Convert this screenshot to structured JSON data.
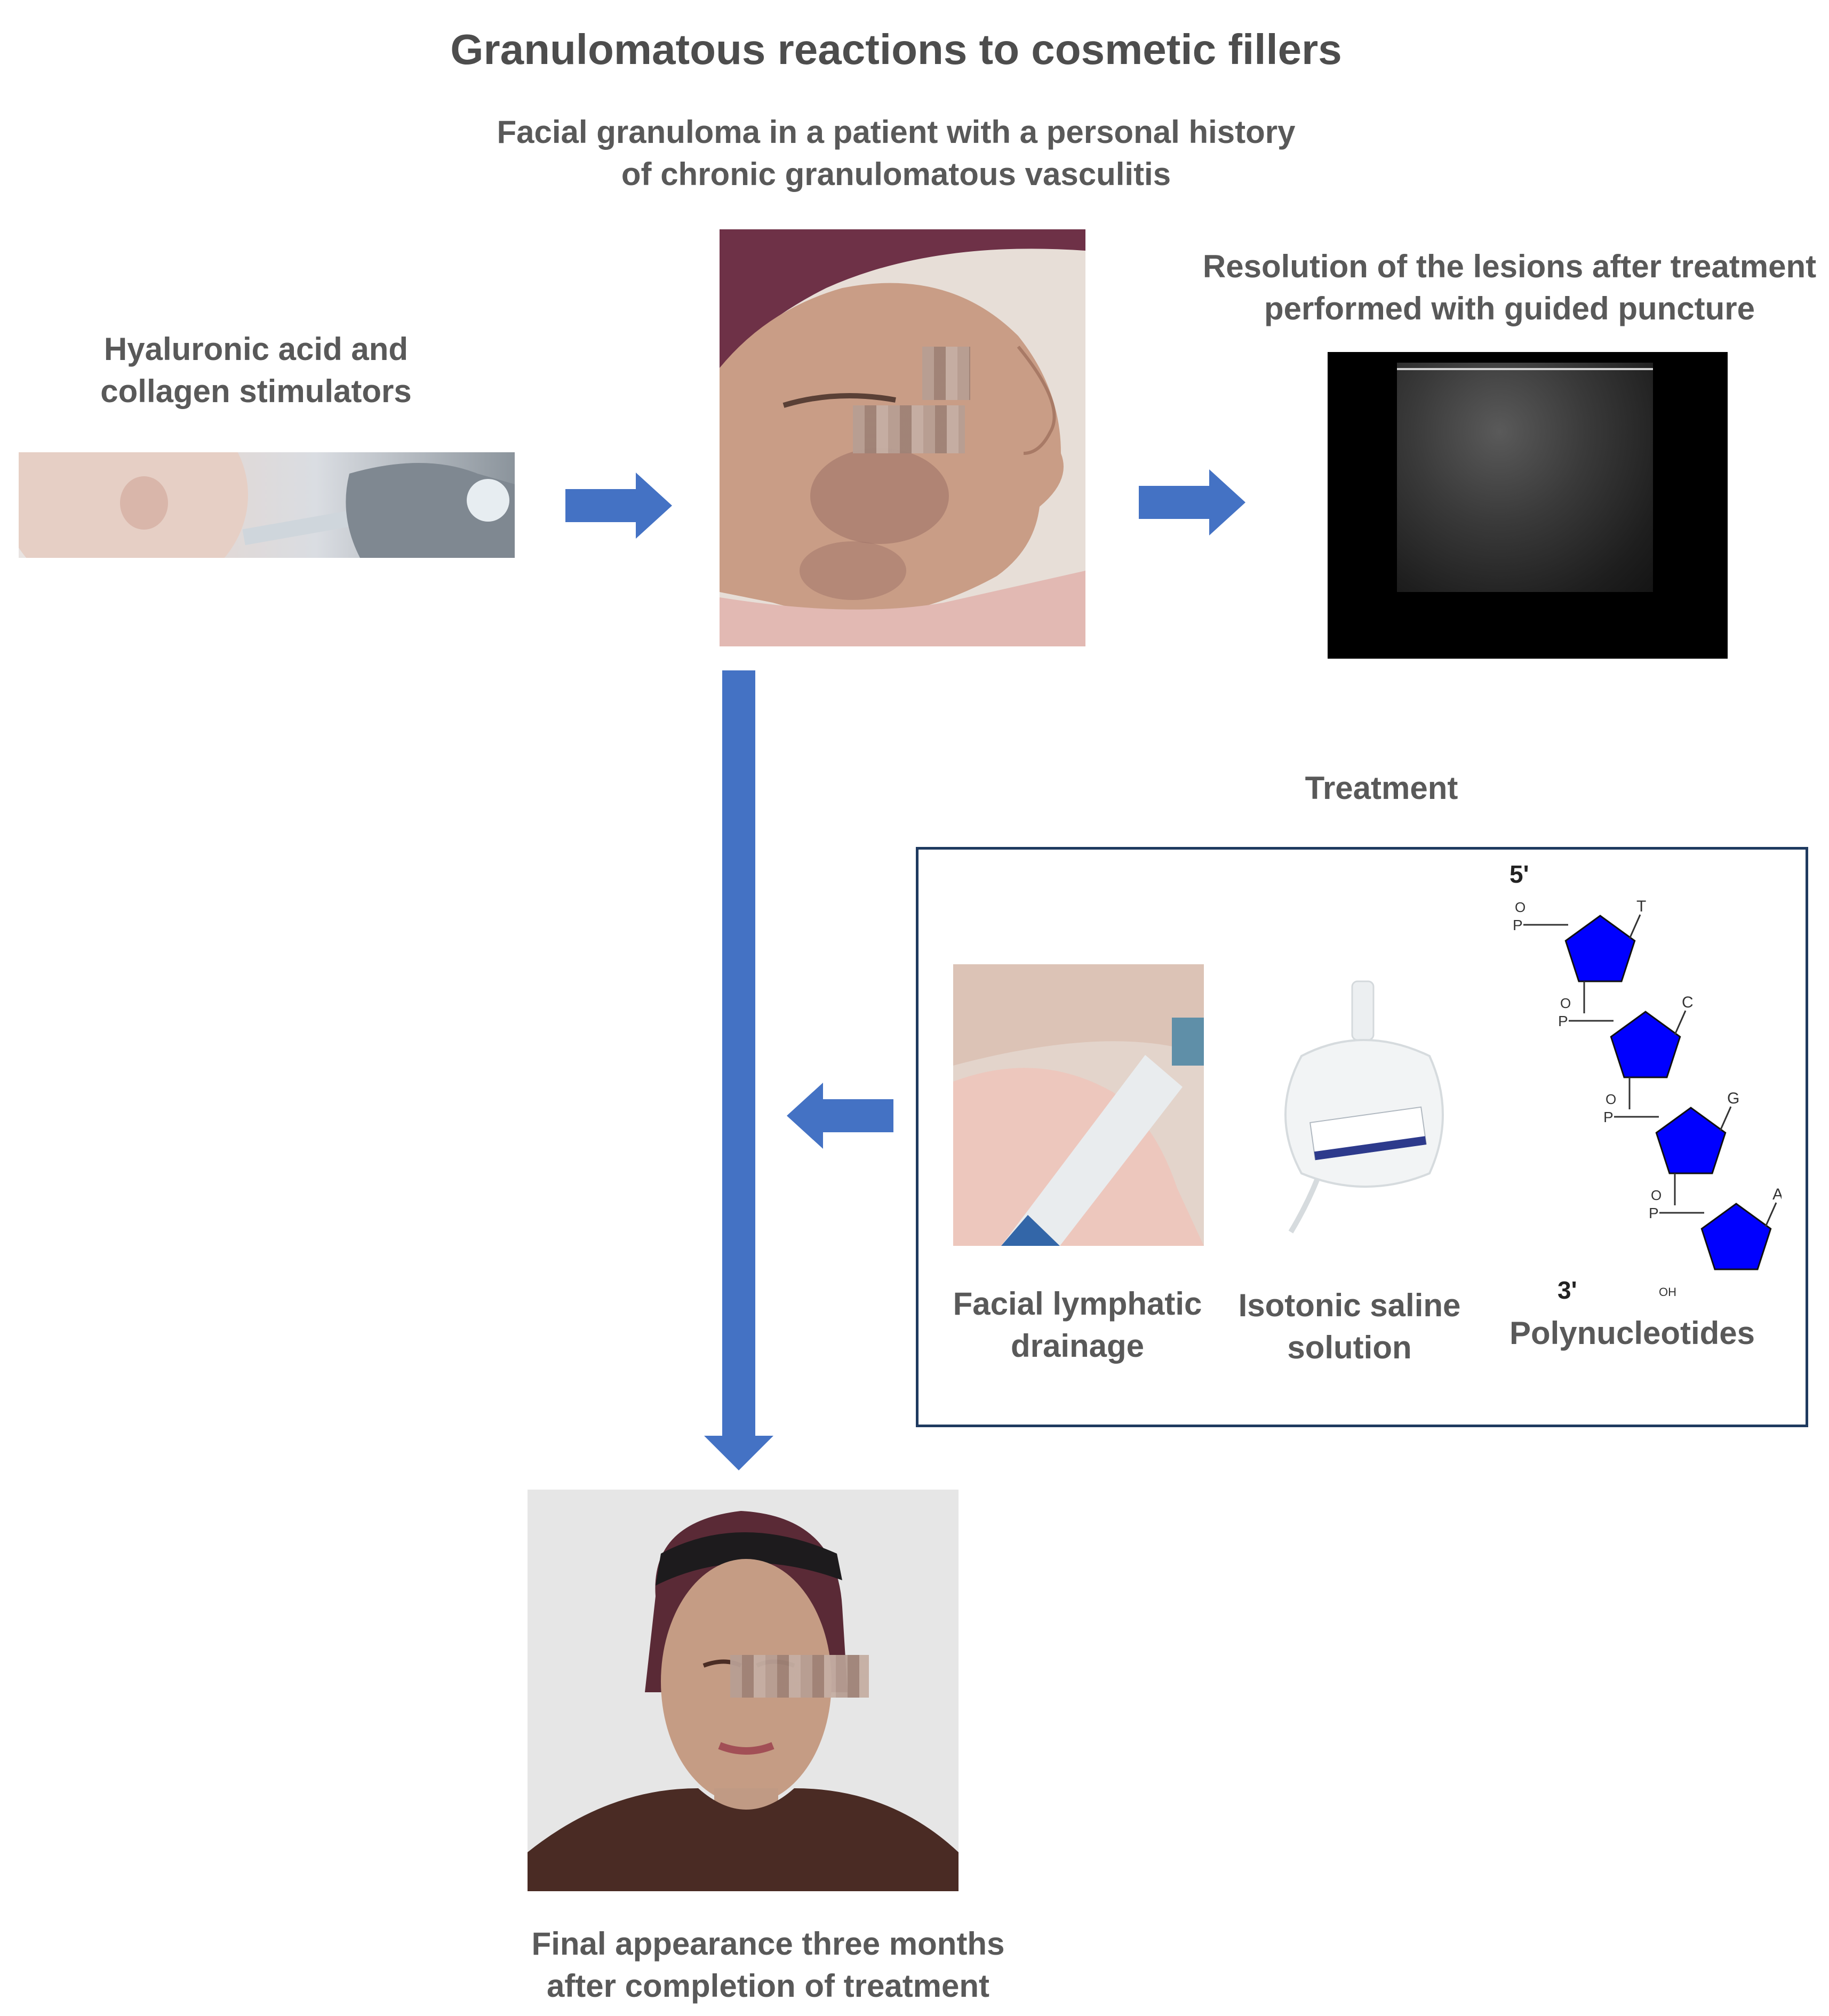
{
  "title": "Granulomatous reactions to cosmetic fillers",
  "labels": {
    "granuloma_line1": "Facial granuloma in a patient with a personal history",
    "granuloma_line2": "of chronic granulomatous vasculitis",
    "resolution_line1": "Resolution of the lesions after treatment",
    "resolution_line2": "performed with guided puncture",
    "fillers_line1": "Hyaluronic acid and",
    "fillers_line2": "collagen stimulators",
    "treatment": "Treatment",
    "drainage_line1": "Facial lymphatic",
    "drainage_line2": "drainage",
    "saline_line1": "Isotonic saline",
    "saline_line2": "solution",
    "polynucleotides": "Polynucleotides",
    "final_line1": "Final appearance three months",
    "final_line2": "after completion of treatment"
  },
  "dna": {
    "end5": "5'",
    "end3": "3'",
    "bases": [
      "T",
      "C",
      "G",
      "A"
    ],
    "phosphate_oxygen": "O",
    "phosphate_label": "P",
    "oh": "OH"
  },
  "colors": {
    "arrow": "#4472c4",
    "box_border": "#1f3a60",
    "title_text": "#4d4d4d",
    "label_text": "#595959",
    "pentagon": "#0000ff"
  }
}
